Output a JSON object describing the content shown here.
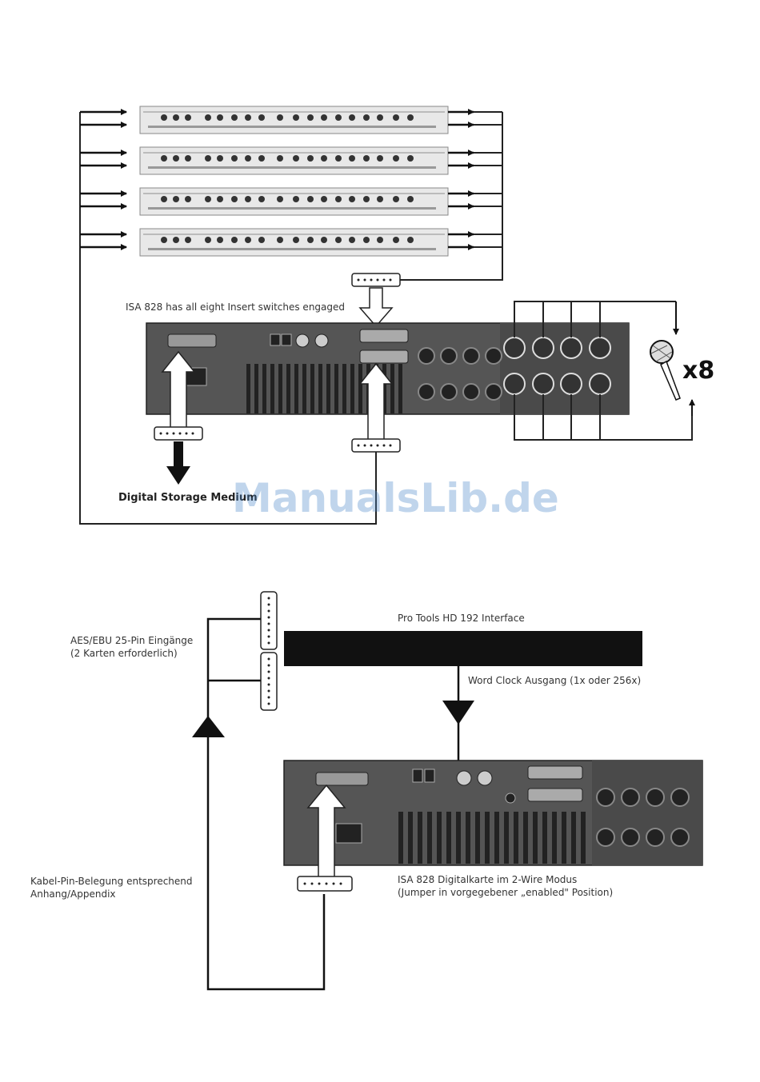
{
  "upper_diagram": {
    "insert_note": "ISA 828 has all eight Insert switches engaged",
    "storage_label": "Digital Storage Medium",
    "multiplier": "x8",
    "rack_units": 4
  },
  "lower_diagram": {
    "interface_label": "Pro Tools HD 192 Interface",
    "aes_label_line1": "AES/EBU 25-Pin Eingänge",
    "aes_label_line2": "(2 Karten erforderlich)",
    "wordclock_label": "Word Clock Ausgang (1x oder 256x)",
    "cable_label_line1": "Kabel-Pin-Belegung entsprechend",
    "cable_label_line2": "Anhang/Appendix",
    "card_label_line1": "ISA 828 Digitalkarte im 2-Wire Modus",
    "card_label_line2": "(Jumper in vorgegebener „enabled\" Position)"
  },
  "watermark": "ManualsLib.de"
}
